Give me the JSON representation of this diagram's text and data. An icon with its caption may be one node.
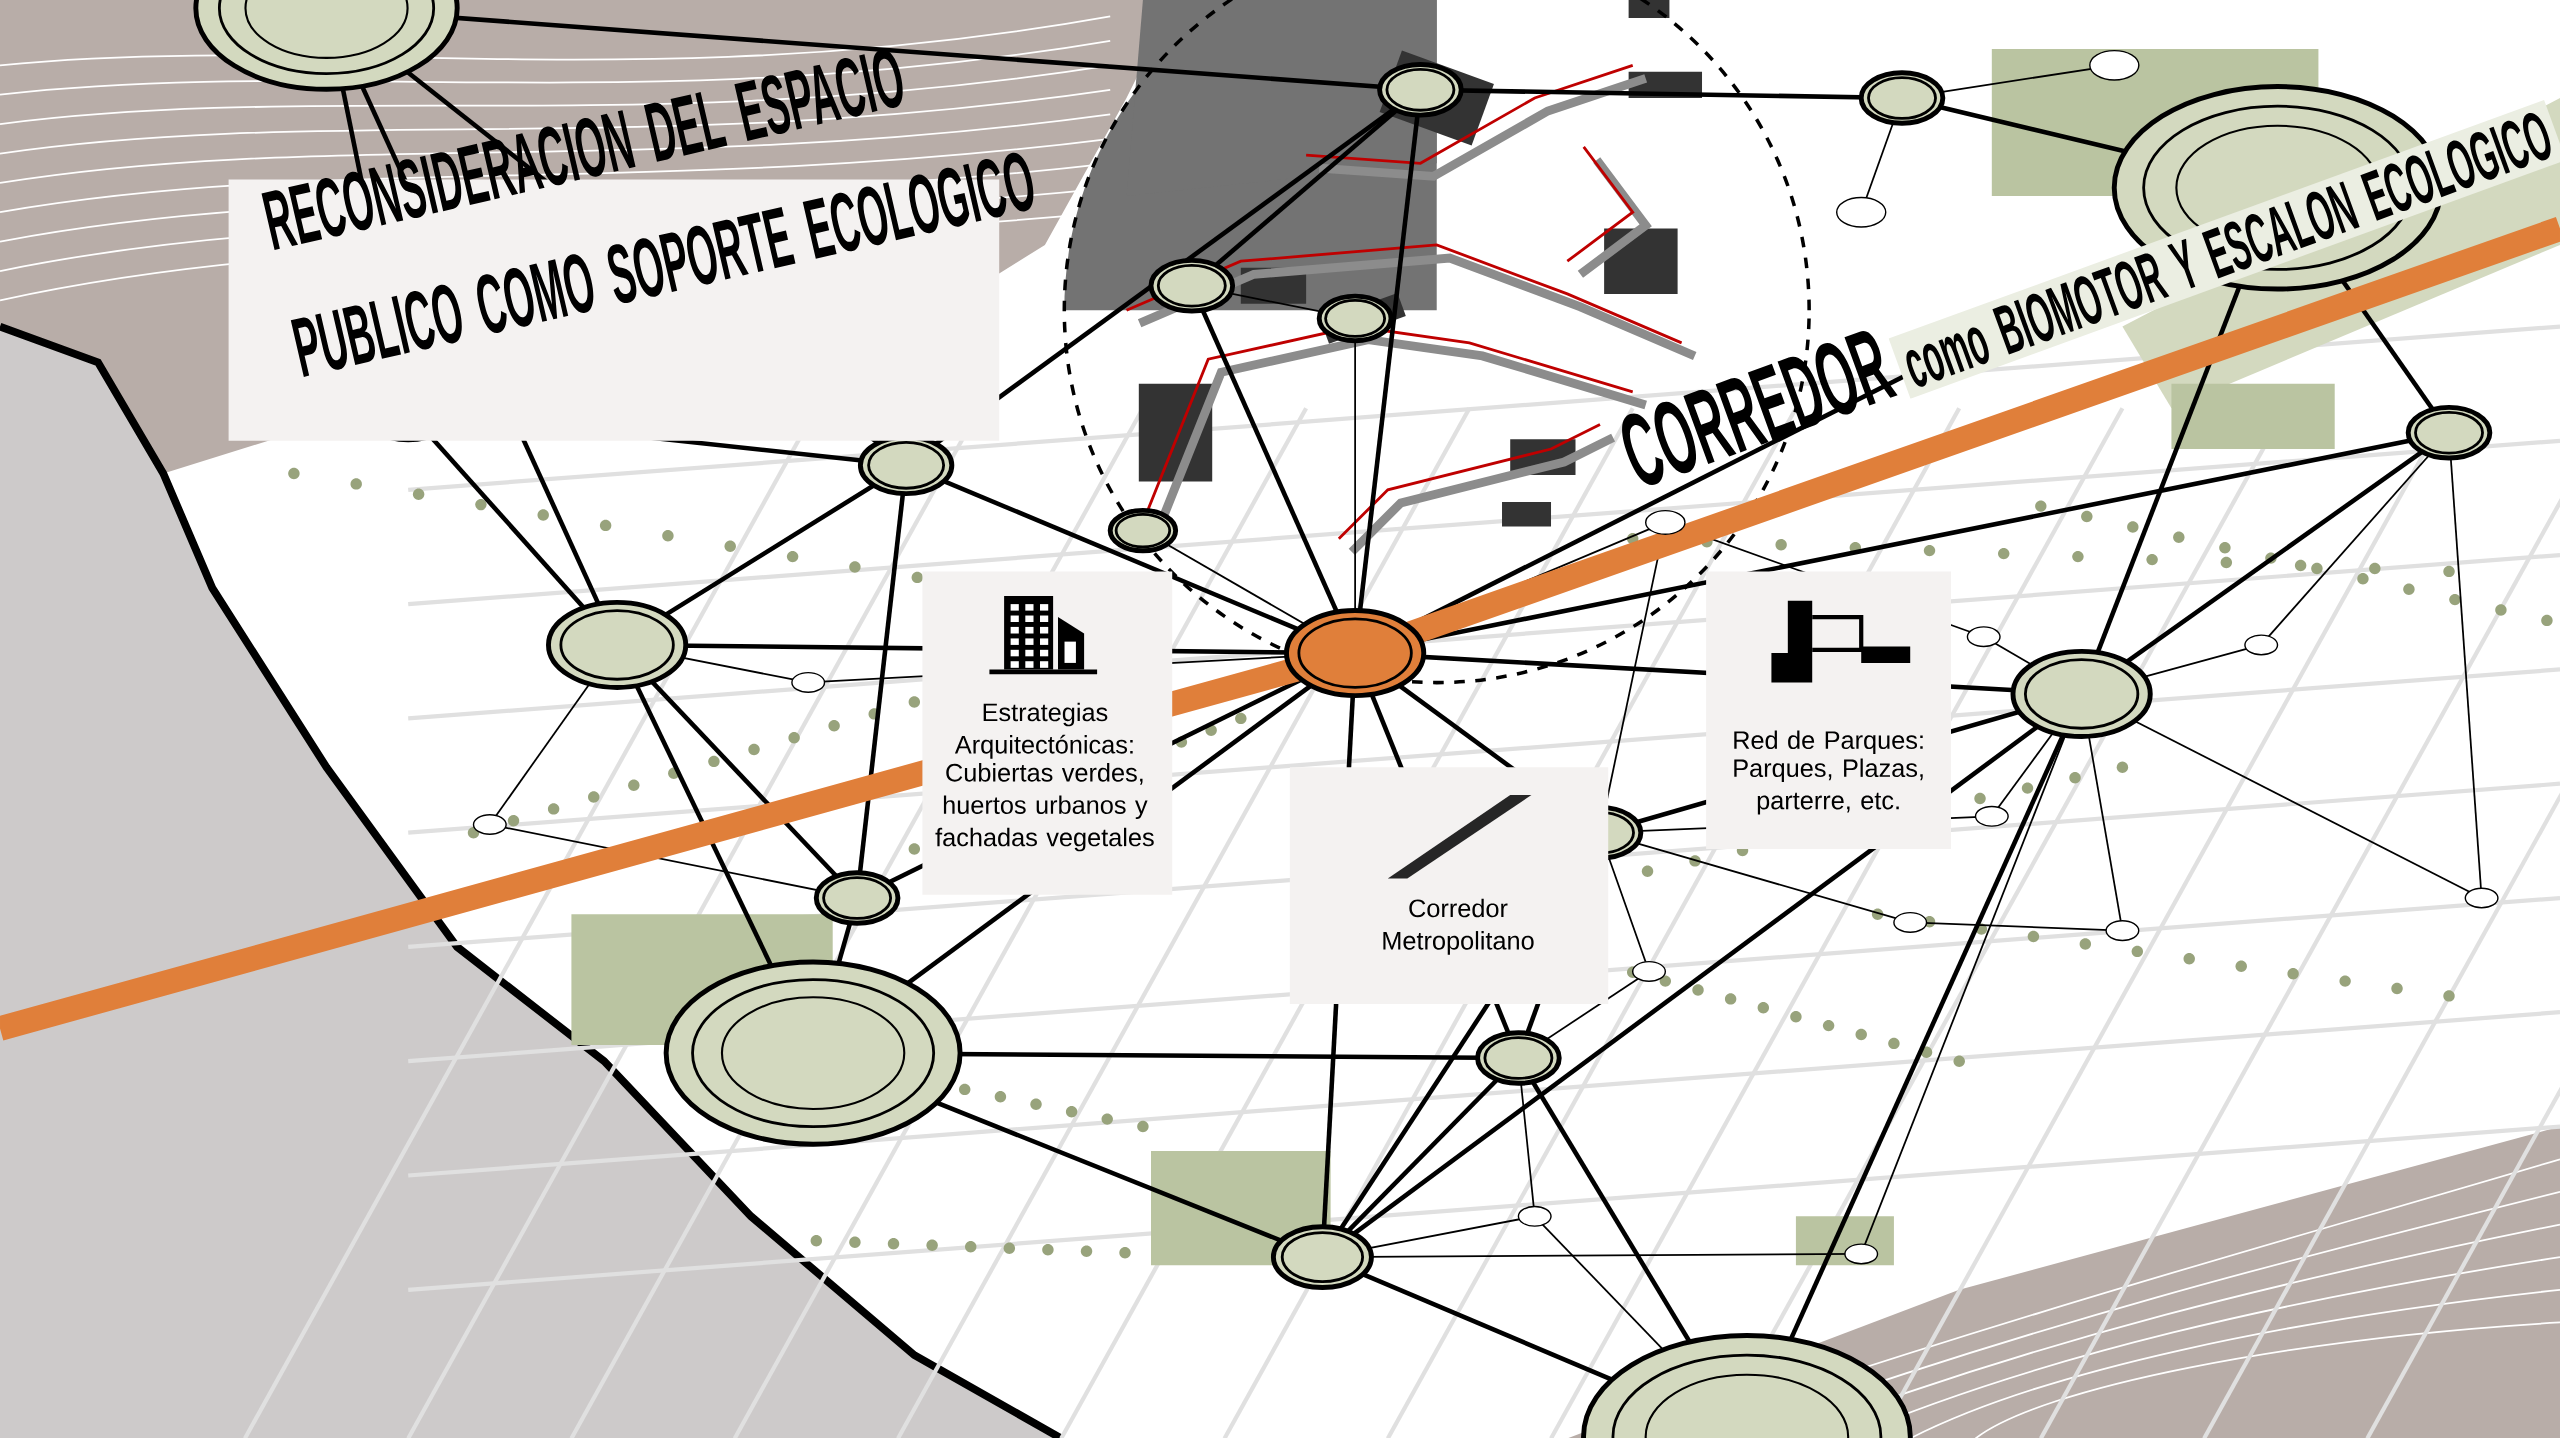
{
  "diagram": {
    "labels": [
      "RECONSIDERACION DEL ESPACIO PUBLICO COMO SOPORTE ECOLOGICO",
      "CORREDOR",
      "como BIOMOTOR Y ESCALON ECOLOGICO",
      "Estrategias Arquitectónicas:",
      "Cubiertas verdes, huertos urbanos y fachadas vegetales",
      "Red de Parques:",
      "Parques, Plazas, parterre, etc.",
      "Corredor Metropolitano"
    ]
  }
}
